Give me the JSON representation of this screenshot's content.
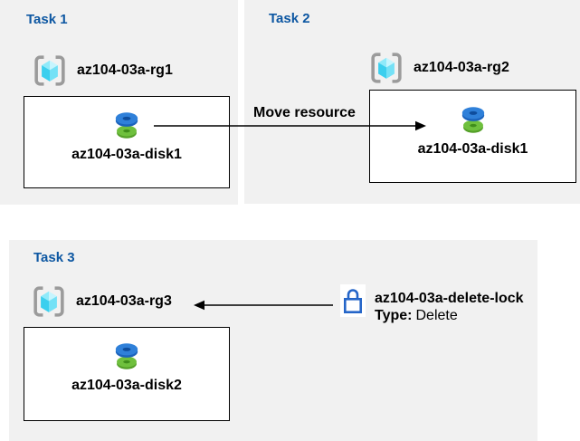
{
  "diagram": {
    "tasks": [
      {
        "title": "Task 1",
        "resource_group": "az104-03a-rg1",
        "resources": [
          "az104-03a-disk1"
        ]
      },
      {
        "title": "Task 2",
        "resource_group": "az104-03a-rg2",
        "resources": [
          "az104-03a-disk1"
        ]
      },
      {
        "title": "Task 3",
        "resource_group": "az104-03a-rg3",
        "resources": [
          "az104-03a-disk2"
        ]
      }
    ],
    "annotations": {
      "move_arrow_label": "Move resource",
      "lock_name": "az104-03a-delete-lock",
      "lock_type_label": "Type:",
      "lock_type_value": "Delete"
    },
    "colors": {
      "panel_background": "#f1f1f1",
      "task_title_blue": "#0d57a2",
      "lock_icon_blue": "#2465c8",
      "disk_top_blue": "#2f80d9",
      "disk_bottom_green": "#6fc03d",
      "resource_group_cube_cyan": "#3bcfee",
      "bracket_gray": "#9b9b9b",
      "arrow_black": "#000000"
    }
  }
}
